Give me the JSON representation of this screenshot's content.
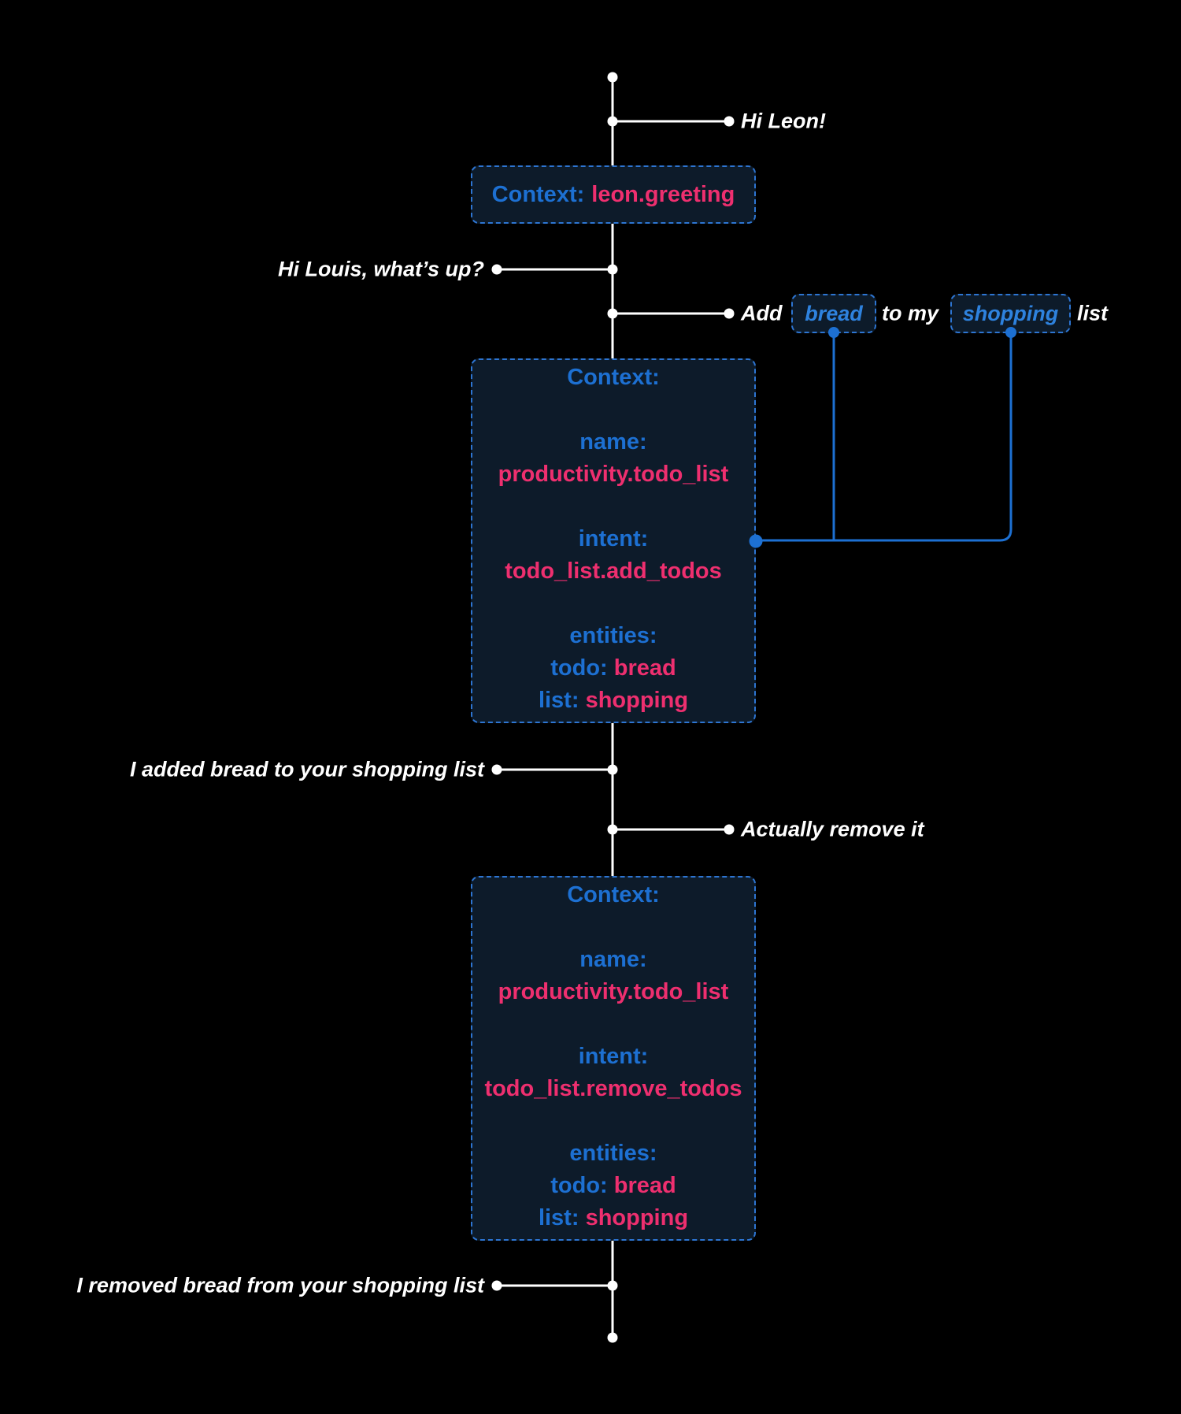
{
  "colors": {
    "background": "#000000",
    "timeline_white": "#ffffff",
    "accent_blue": "#1d70d2",
    "entity_blue": "#2e82de",
    "accent_pink": "#ee2f6f",
    "box_background": "#0d1b2a",
    "dashed_border_blue": "#2d75d2"
  },
  "messages": [
    {
      "speaker": "user",
      "side": "right",
      "text": "Hi Leon!"
    },
    {
      "speaker": "assistant",
      "side": "left",
      "text": "Hi Louis, what’s up?"
    },
    {
      "speaker": "user",
      "side": "right",
      "parts": {
        "prefix": "Add",
        "todo_entity": "bread",
        "middle": "to my",
        "list_entity": "shopping",
        "suffix": "list"
      }
    },
    {
      "speaker": "assistant",
      "side": "left",
      "text": "I added bread to your shopping list"
    },
    {
      "speaker": "user",
      "side": "right",
      "text": "Actually remove it"
    },
    {
      "speaker": "assistant",
      "side": "left",
      "text": "I removed bread from your shopping list"
    }
  ],
  "context_boxes": [
    {
      "label": "Context:",
      "value": "leon.greeting"
    },
    {
      "title": "Context:",
      "name_label": "name:",
      "name_value": "productivity.todo_list",
      "intent_label": "intent:",
      "intent_value": "todo_list.add_todos",
      "entities_label": "entities:",
      "entities": [
        {
          "key": "todo:",
          "value": "bread"
        },
        {
          "key": "list:",
          "value": "shopping"
        }
      ]
    },
    {
      "title": "Context:",
      "name_label": "name:",
      "name_value": "productivity.todo_list",
      "intent_label": "intent:",
      "intent_value": "todo_list.remove_todos",
      "entities_label": "entities:",
      "entities": [
        {
          "key": "todo:",
          "value": "bread"
        },
        {
          "key": "list:",
          "value": "shopping"
        }
      ]
    }
  ]
}
